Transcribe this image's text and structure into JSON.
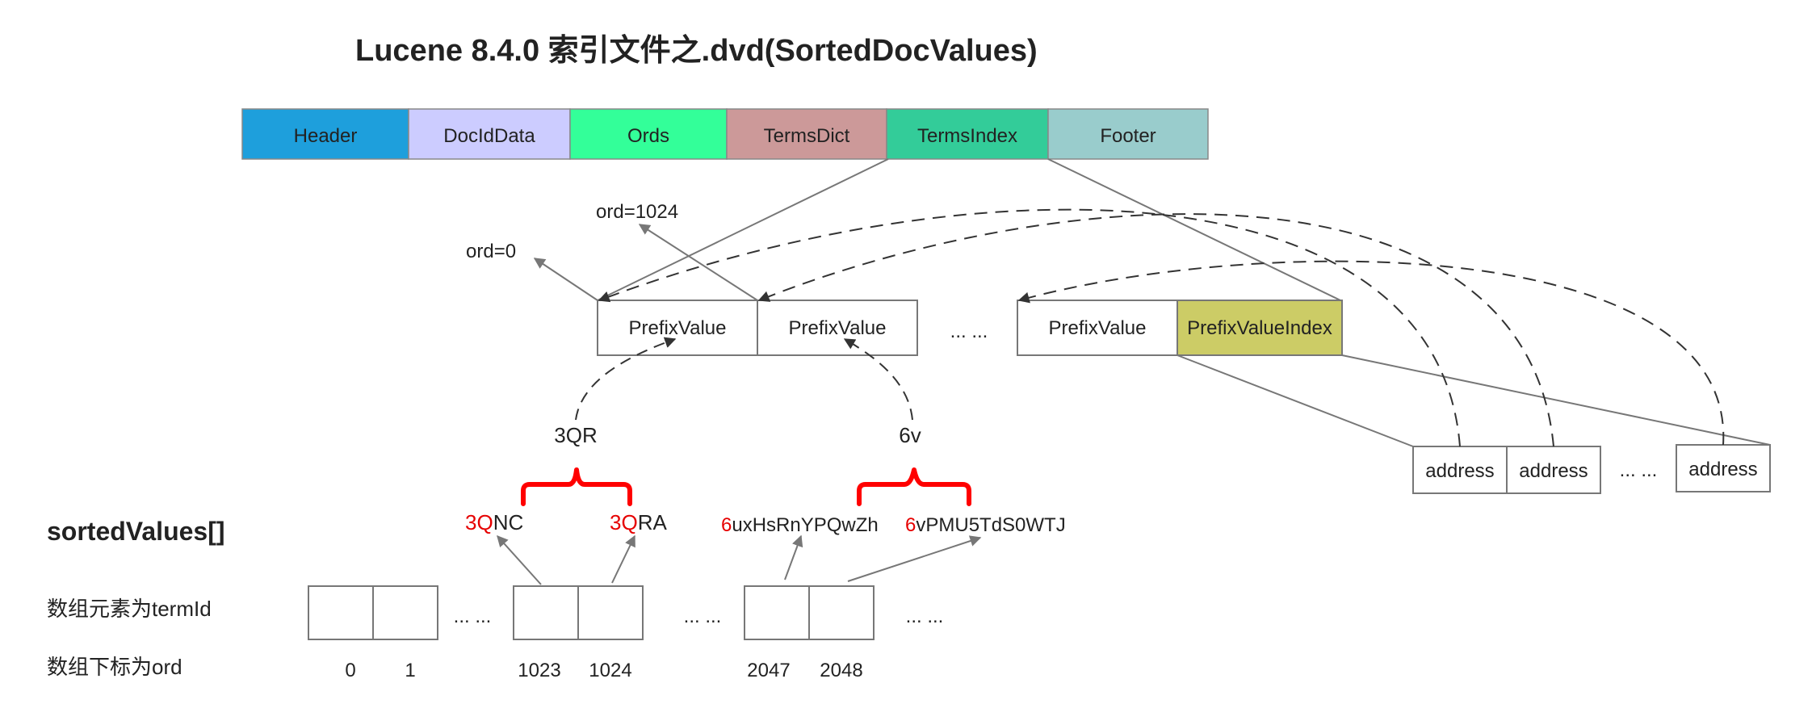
{
  "title": "Lucene 8.4.0 索引文件之.dvd(SortedDocValues)",
  "colors": {
    "header": "#1e9fdc",
    "docIdData": "#ccccff",
    "ords": "#33ff99",
    "termsDict": "#cc9999",
    "termsIndex": "#33cc99",
    "footer": "#99cccc",
    "prefixValueIndex": "#cccc66",
    "prefixRed": "#e60000",
    "brace": "#ff0000"
  },
  "file_segments": [
    "Header",
    "DocIdData",
    "Ords",
    "TermsDict",
    "TermsIndex",
    "Footer"
  ],
  "prefix_boxes": [
    "PrefixValue",
    "PrefixValue",
    "PrefixValue",
    "PrefixValueIndex"
  ],
  "ellipsis": "... ...",
  "address_boxes": [
    "address",
    "address",
    "address"
  ],
  "ord_labels": {
    "ord0": "ord=0",
    "ord1024": "ord=1024"
  },
  "prefix_labels": {
    "first": "3QR",
    "second": "6v"
  },
  "terms": [
    {
      "prefix": "3Q",
      "rest": "NC"
    },
    {
      "prefix": "3Q",
      "rest": "RA"
    },
    {
      "prefix": "6",
      "rest": "uxHsRnYPQwZh"
    },
    {
      "prefix": "6",
      "rest": "vPMU5TdS0WTJ"
    }
  ],
  "sorted_values": {
    "title": "sortedValues[]",
    "row_element_label": "数组元素为termId",
    "row_index_label": "数组下标为ord",
    "indices": [
      "0",
      "1",
      "1023",
      "1024",
      "2047",
      "2048"
    ]
  }
}
